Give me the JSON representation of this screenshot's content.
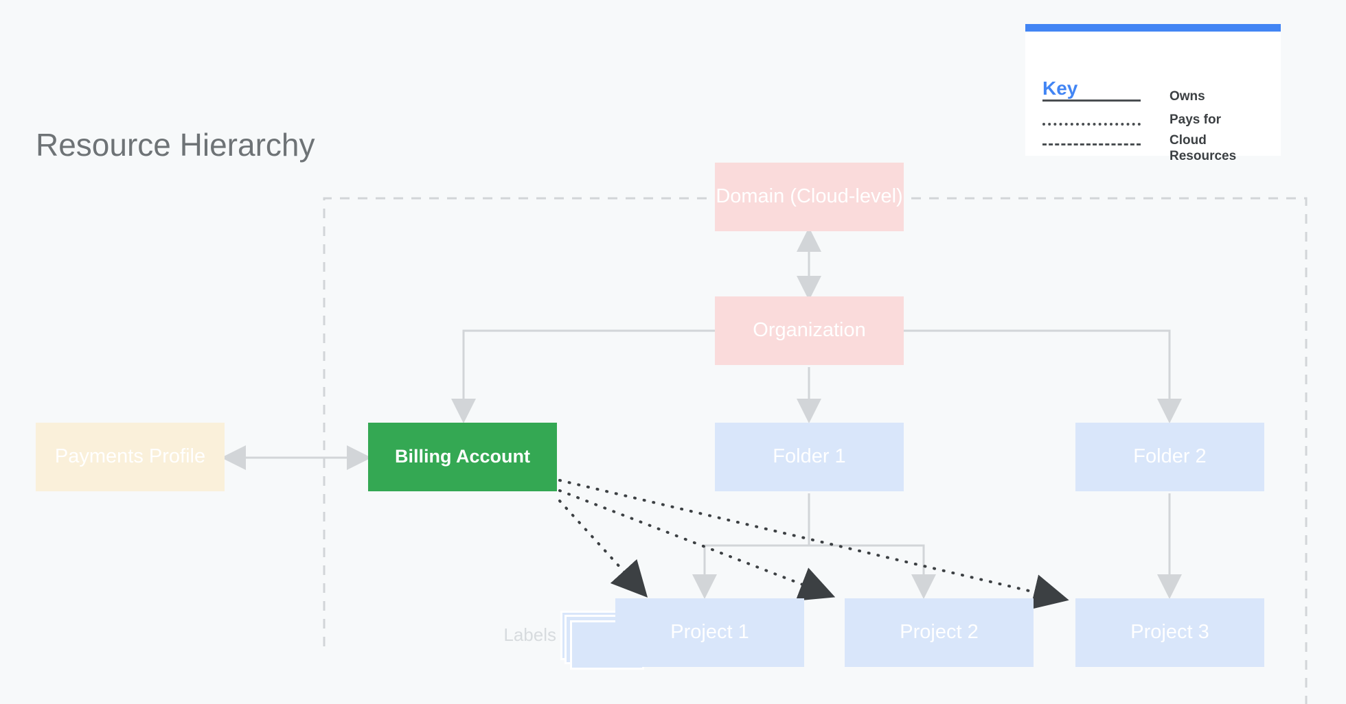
{
  "page": {
    "title": "Resource Hierarchy",
    "background_color": "#F7F9FA"
  },
  "key": {
    "heading": "Key",
    "accent_color": "#4285F4",
    "rows": [
      {
        "style": "solid",
        "label": "Owns"
      },
      {
        "style": "dotted",
        "label": "Pays for"
      },
      {
        "style": "dashed",
        "label": "Cloud Resources"
      }
    ]
  },
  "nodes": {
    "domain": {
      "label": "Domain (Cloud-level)",
      "color": "#FADBDB"
    },
    "organization": {
      "label": "Organization",
      "color": "#FADBDB"
    },
    "billing": {
      "label": "Billing Account",
      "color": "#34A853"
    },
    "payments": {
      "label": "Payments Profile",
      "color": "#FAF0DA"
    },
    "folder1": {
      "label": "Folder 1",
      "color": "#D9E6FA"
    },
    "folder2": {
      "label": "Folder 2",
      "color": "#D9E6FA"
    },
    "project1": {
      "label": "Project 1",
      "color": "#D9E6FA"
    },
    "project2": {
      "label": "Project 2",
      "color": "#D9E6FA"
    },
    "project3": {
      "label": "Project 3",
      "color": "#D9E6FA"
    },
    "labels": {
      "label": "Labels",
      "color": "#D9E6FA"
    }
  },
  "edges": [
    {
      "from": "domain",
      "to": "organization",
      "kind": "owns",
      "bidirectional": true
    },
    {
      "from": "organization",
      "to": "billing",
      "kind": "owns"
    },
    {
      "from": "organization",
      "to": "folder1",
      "kind": "owns"
    },
    {
      "from": "organization",
      "to": "folder2",
      "kind": "owns"
    },
    {
      "from": "payments",
      "to": "billing",
      "kind": "owns",
      "bidirectional": true
    },
    {
      "from": "folder1",
      "to": "project1",
      "kind": "owns"
    },
    {
      "from": "folder1",
      "to": "project2",
      "kind": "owns"
    },
    {
      "from": "folder2",
      "to": "project3",
      "kind": "owns"
    },
    {
      "from": "billing",
      "to": "project1",
      "kind": "pays-for"
    },
    {
      "from": "billing",
      "to": "project2",
      "kind": "pays-for"
    },
    {
      "from": "billing",
      "to": "project3",
      "kind": "pays-for"
    }
  ],
  "cloud_resources_boundary": {
    "style": "dashed",
    "color": "#D2D5D8"
  }
}
